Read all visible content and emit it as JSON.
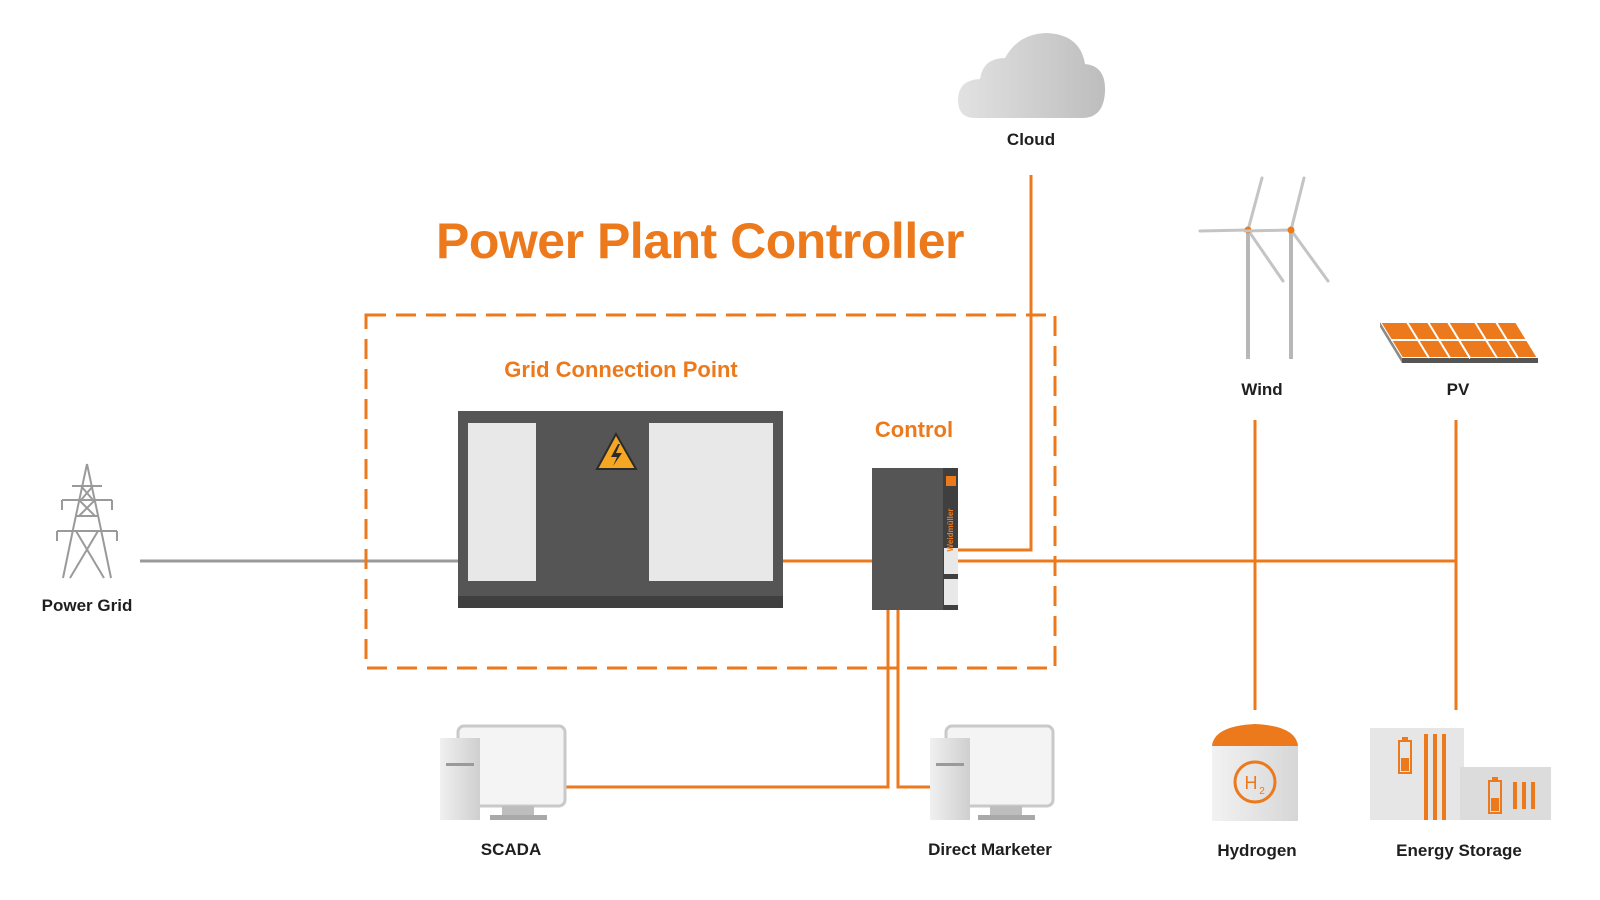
{
  "title": "Power Plant Controller",
  "labels": {
    "cloud": "Cloud",
    "grid_connection_point": "Grid Connection Point",
    "control": "Control",
    "wind": "Wind",
    "pv": "PV",
    "power_grid": "Power Grid",
    "scada": "SCADA",
    "direct_marketer": "Direct Marketer",
    "hydrogen": "Hydrogen",
    "energy_storage": "Energy Storage",
    "control_brand": "Weidmüller"
  },
  "icons": {
    "cloud": "cloud-icon",
    "wind": "wind-turbine-icon",
    "pv": "solar-panel-icon",
    "power_grid": "transmission-tower-icon",
    "grid_connection_point": "transformer-station-icon",
    "control": "controller-cabinet-icon",
    "scada": "desktop-computer-icon",
    "direct_marketer": "desktop-computer-icon",
    "hydrogen": "hydrogen-tank-icon",
    "energy_storage": "battery-storage-icon"
  },
  "colors": {
    "accent": "#ec7a1c",
    "line_orange": "#ec7a1c",
    "line_gray": "#9a9a9a",
    "dark": "#555555",
    "light_gray": "#e8e8e8"
  }
}
